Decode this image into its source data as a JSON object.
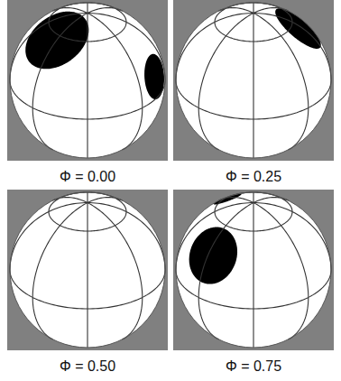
{
  "diagram": {
    "labels": [
      "Φ = 0.00",
      "Φ = 0.25",
      "Φ = 0.50",
      "Φ = 0.75"
    ]
  }
}
